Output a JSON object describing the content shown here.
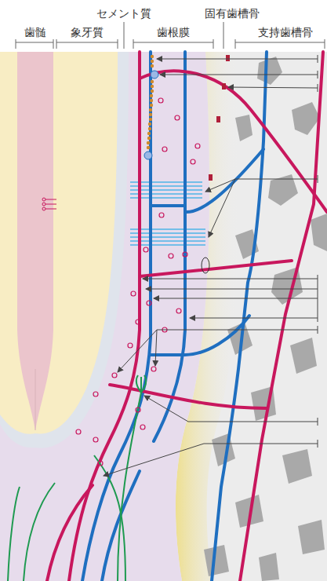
{
  "diagram": {
    "labels": [
      "セメント質",
      "固有歯槽骨",
      "歯髄",
      "象牙質",
      "歯根膜",
      "支持歯槽骨"
    ]
  }
}
